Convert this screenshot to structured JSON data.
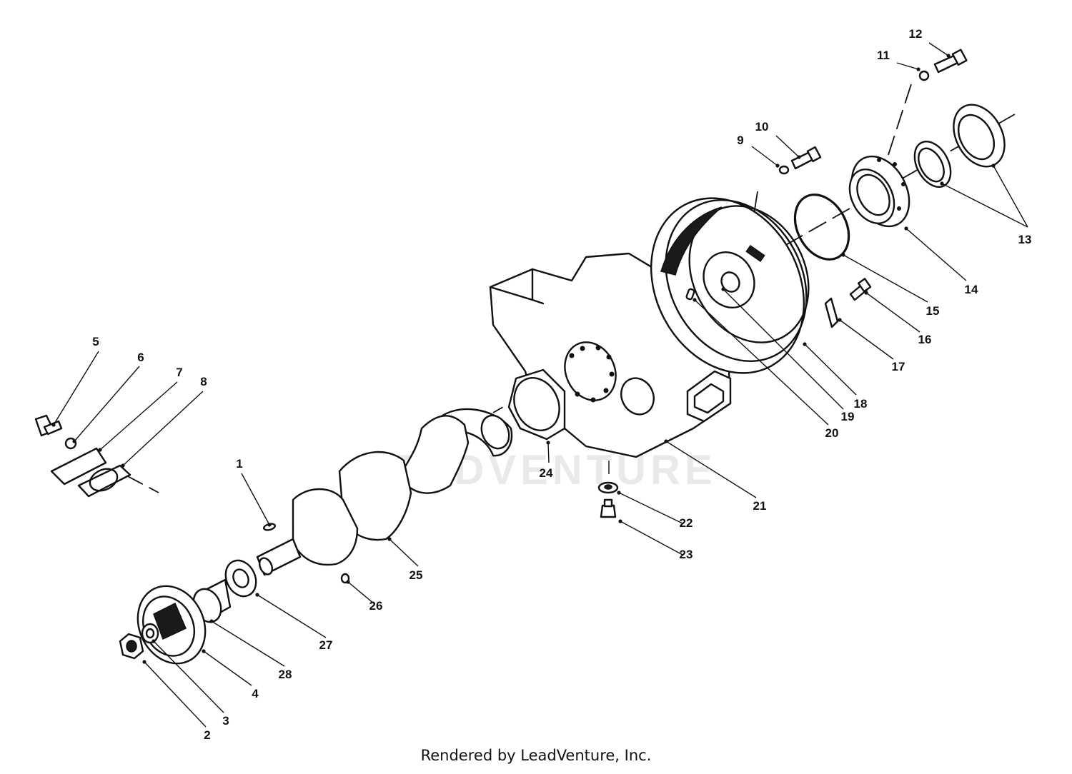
{
  "footer_text": "Rendered by LeadVenture, Inc.",
  "watermark_text": "LEADVENTURE",
  "callouts": [
    {
      "id": "1",
      "label": "1"
    },
    {
      "id": "2",
      "label": "2"
    },
    {
      "id": "3",
      "label": "3"
    },
    {
      "id": "4",
      "label": "4"
    },
    {
      "id": "5",
      "label": "5"
    },
    {
      "id": "6",
      "label": "6"
    },
    {
      "id": "7",
      "label": "7"
    },
    {
      "id": "8",
      "label": "8"
    },
    {
      "id": "9",
      "label": "9"
    },
    {
      "id": "10",
      "label": "10"
    },
    {
      "id": "11",
      "label": "11"
    },
    {
      "id": "12",
      "label": "12"
    },
    {
      "id": "13",
      "label": "13"
    },
    {
      "id": "14",
      "label": "14"
    },
    {
      "id": "15",
      "label": "15"
    },
    {
      "id": "16",
      "label": "16"
    },
    {
      "id": "17",
      "label": "17"
    },
    {
      "id": "18",
      "label": "18"
    },
    {
      "id": "19",
      "label": "19"
    },
    {
      "id": "20",
      "label": "20"
    },
    {
      "id": "21",
      "label": "21"
    },
    {
      "id": "22",
      "label": "22"
    },
    {
      "id": "23",
      "label": "23"
    },
    {
      "id": "24",
      "label": "24"
    },
    {
      "id": "25",
      "label": "25"
    },
    {
      "id": "26",
      "label": "26"
    },
    {
      "id": "27",
      "label": "27"
    },
    {
      "id": "28",
      "label": "28"
    }
  ]
}
